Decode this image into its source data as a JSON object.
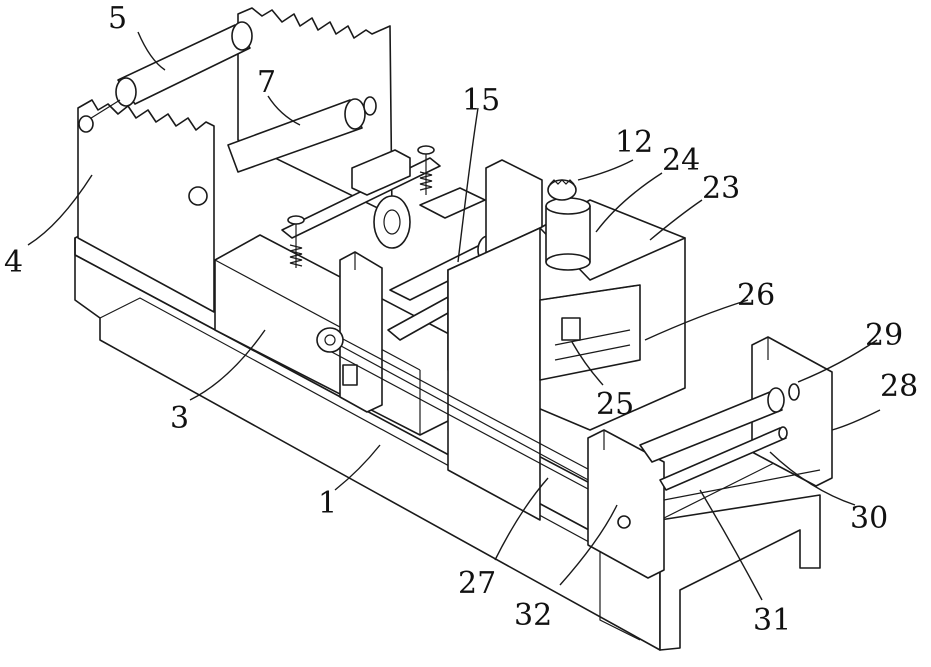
{
  "labels": {
    "l1": "1",
    "l3": "3",
    "l4": "4",
    "l5": "5",
    "l7": "7",
    "l12": "12",
    "l15": "15",
    "l23": "23",
    "l24": "24",
    "l25": "25",
    "l26": "26",
    "l27": "27",
    "l28": "28",
    "l29": "29",
    "l30": "30",
    "l31": "31",
    "l32": "32"
  },
  "colors": {
    "line": "#1a1a1a",
    "fill": "#ffffff"
  }
}
